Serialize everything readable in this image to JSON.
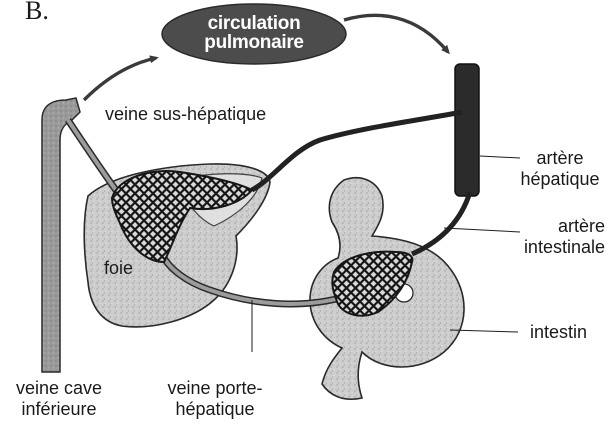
{
  "figure": {
    "panel_letter": "B.",
    "circulation_label": "circulation\npulmonaire",
    "labels": {
      "veine_sus_hepatique": "veine sus-hépatique",
      "artere_hepatique": "artère\nhépatique",
      "artere_intestinale": "artère\nintestinale",
      "foie": "foie",
      "intestin": "intestin",
      "veine_cave_inferieure": "veine cave\ninférieure",
      "veine_porte_hepatique": "veine porte-\nhépatique"
    }
  },
  "colors": {
    "organ_fill": "#cfcfcf",
    "organ_dark": "#a9a9a9",
    "vessel_fill": "#8e8e8e",
    "aorta_fill": "#2e2e2e",
    "ellipse_fill": "#4a4a4a",
    "stroke": "#1e1e1e"
  }
}
